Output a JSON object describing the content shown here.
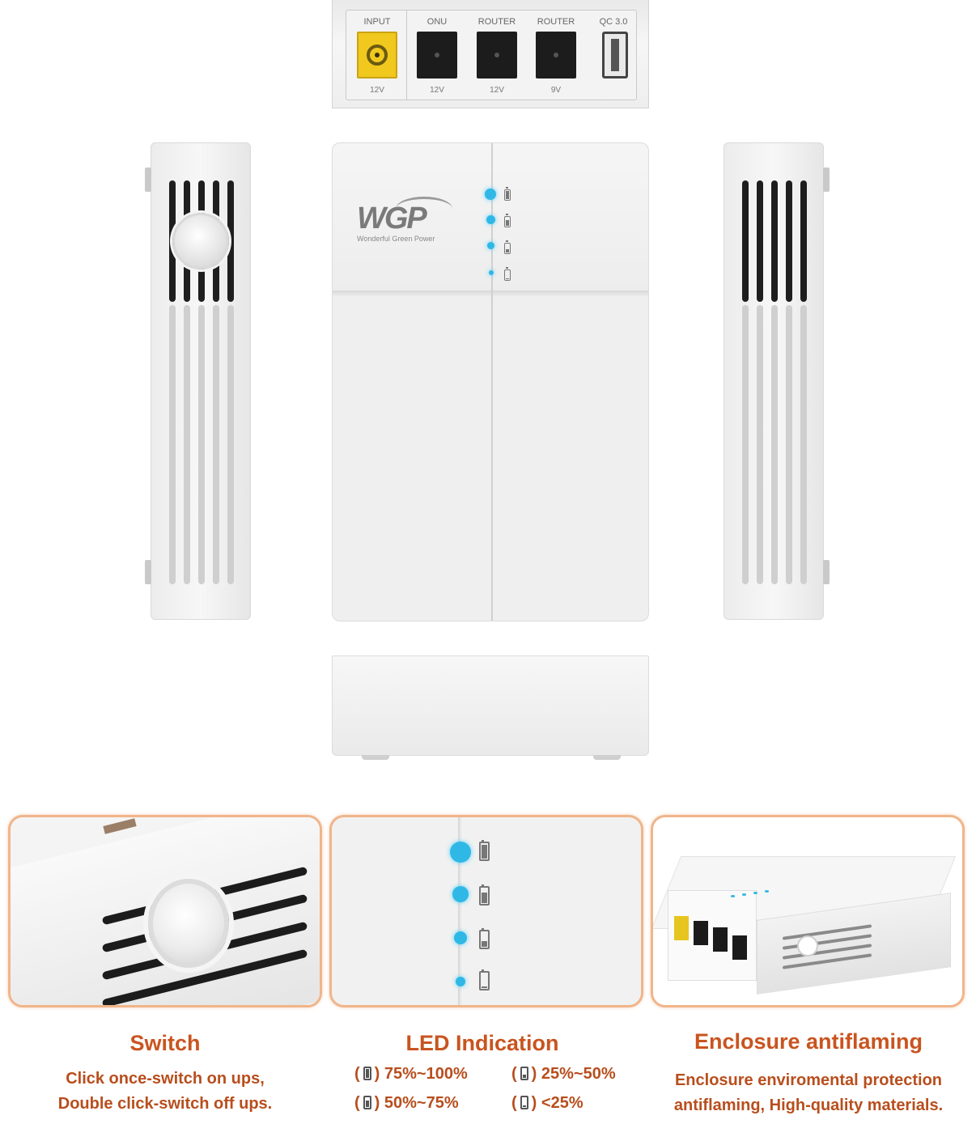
{
  "brand": {
    "logo_mark": "WGP",
    "tagline": "Wonderful Green Power"
  },
  "ports": [
    {
      "label": "INPUT",
      "voltage": "12V",
      "type": "dc-yellow"
    },
    {
      "label": "ONU",
      "voltage": "12V",
      "type": "dc"
    },
    {
      "label": "ROUTER",
      "voltage": "12V",
      "type": "dc"
    },
    {
      "label": "ROUTER",
      "voltage": "9V",
      "type": "dc"
    },
    {
      "label": "QC 3.0",
      "voltage": "",
      "type": "usb"
    }
  ],
  "features": {
    "switch": {
      "title": "Switch",
      "line1": "Click once-switch on ups,",
      "line2": "Double click-switch off ups."
    },
    "led": {
      "title": "LED Indication",
      "levels": [
        {
          "range": ") 75%~100%",
          "prefix": "(",
          "fill": 1.0
        },
        {
          "range": ") 25%~50%",
          "prefix": "(",
          "fill": 0.4
        },
        {
          "range": ") 50%~75%",
          "prefix": "(",
          "fill": 0.7
        },
        {
          "range": ") <25%",
          "prefix": "(",
          "fill": 0.15
        }
      ]
    },
    "enclosure": {
      "title": "Enclosure antiflaming",
      "line1": "Enclosure enviromental protection",
      "line2": "antiflaming, High-quality materials."
    }
  },
  "colors": {
    "accent": "#c9541f",
    "panel_border": "#f0b58a",
    "led": "#2fb8e6",
    "input_port": "#f0c81e"
  },
  "icons": [
    "battery-full-icon",
    "battery-high-icon",
    "battery-medium-icon",
    "battery-low-icon",
    "power-button-icon"
  ]
}
